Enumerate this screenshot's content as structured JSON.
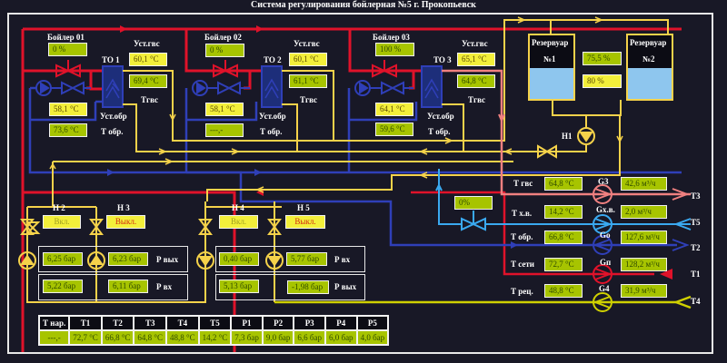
{
  "title": "Система регулирования бойлерная №5 г. Прокопьевск",
  "colors": {
    "background": "#181826",
    "supply_red": "#e0122a",
    "return_blue": "#2f3fb8",
    "hot_water_pink": "#f08080",
    "cold_water_cyan": "#3aa9f0",
    "pipe_yellow": "#f5d24a",
    "recirc_yellowgreen": "#cfd000",
    "value_green": "#a7c400",
    "value_yellow": "#f3ef3a",
    "tank_water": "#8ec6ee"
  },
  "boilers": [
    {
      "name": "Бойлер 01",
      "valve": "0 %",
      "hx": "ТО 1",
      "ust_gvs_label": "Уст.гвс",
      "ust_gvs": "60,1 °С",
      "t_gvs": "69,4 °С",
      "t_gvs_label": "Тгвс",
      "ust_obr": "58,1 °С",
      "ust_obr_label": "Уст.обр",
      "t_obr": "73,6 °С",
      "t_obr_label": "Т обр."
    },
    {
      "name": "Бойлер 02",
      "valve": "0 %",
      "hx": "ТО 2",
      "ust_gvs_label": "Уст.гвс",
      "ust_gvs": "60,1 °С",
      "t_gvs": "61,1 °С",
      "t_gvs_label": "Тгвс",
      "ust_obr": "58,1 °С",
      "ust_obr_label": "Уст.обр",
      "t_obr": "---,-",
      "t_obr_label": "Т обр."
    },
    {
      "name": "Бойлер 03",
      "valve": "100 %",
      "hx": "ТО 3",
      "ust_gvs_label": "Уст.гвс",
      "ust_gvs": "65,1 °С",
      "t_gvs": "64,8 °С",
      "t_gvs_label": "Тгвс",
      "ust_obr": "64,1 °С",
      "ust_obr_label": "Уст.обр",
      "t_obr": "59,6 °С",
      "t_obr_label": "Т обр."
    }
  ],
  "tanks": {
    "tank1": {
      "label": "Резервуар",
      "num": "№1"
    },
    "tank2": {
      "label": "Резервуар",
      "num": "№2"
    },
    "level_1": "75,5 %",
    "level_2": "80 %",
    "pump": "Н1"
  },
  "cold_valve": "0%",
  "pumps": [
    {
      "name": "Н 2",
      "state": "Вкл.",
      "on": true
    },
    {
      "name": "Н 3",
      "state": "Выкл.",
      "on": false
    },
    {
      "name": "Н 4",
      "state": "Вкл.",
      "on": true
    },
    {
      "name": "Н 5",
      "state": "Выкл.",
      "on": false
    }
  ],
  "pressures_left": {
    "row1": {
      "a": "6,25 бар",
      "b": "6,23 бар",
      "label": "Р вых"
    },
    "row2": {
      "a": "5,22 бар",
      "b": "6,11 бар",
      "label": "Р вх"
    }
  },
  "pressures_right": {
    "row1": {
      "a": "0,40 бар",
      "b": "5,77 бар",
      "label": "Р вх"
    },
    "row2": {
      "a": "5,13 бар",
      "b": "-1,98 бар",
      "label": "Р вых"
    }
  },
  "lines": [
    {
      "t_label": "Т гвс",
      "t_val": "64,8 °С",
      "flow_label": "G3",
      "flow_val": "42,6 м³/ч",
      "out": "Т3"
    },
    {
      "t_label": "Т х.в.",
      "t_val": "14,2 °С",
      "flow_label": "Gх.в.",
      "flow_val": "2,0 м³/ч",
      "out": "Т5"
    },
    {
      "t_label": "Т обр.",
      "t_val": "66,8 °С",
      "flow_label": "Gо",
      "flow_val": "127,6 м³/ч",
      "out": "Т2"
    },
    {
      "t_label": "Т сети",
      "t_val": "72,7 °С",
      "flow_label": "Gп",
      "flow_val": "128,2 м³/ч",
      "out": "Т1"
    },
    {
      "t_label": "Т рец.",
      "t_val": "48,8 °С",
      "flow_label": "G4",
      "flow_val": "31,9 м³/ч",
      "out": "Т4"
    }
  ],
  "summary": {
    "headers": [
      "Т нар.",
      "Т1",
      "Т2",
      "Т3",
      "Т4",
      "Т5",
      "Р1",
      "Р2",
      "Р3",
      "Р4",
      "Р5"
    ],
    "values": [
      "---,-",
      "72,7 °С",
      "66,8 °С",
      "64,8 °С",
      "48,8 °С",
      "14,2 °С",
      "7,3 бар",
      "9,0 бар",
      "6,6 бар",
      "6,0 бар",
      "4,0 бар"
    ]
  }
}
